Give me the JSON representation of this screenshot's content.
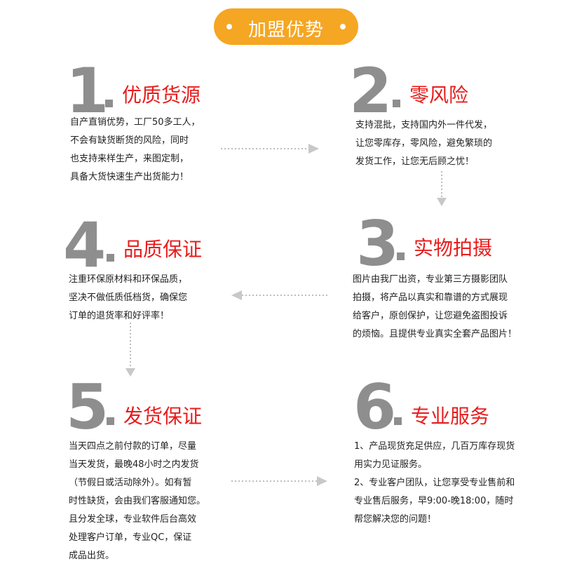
{
  "header": {
    "title": "加盟优势"
  },
  "sections": [
    {
      "number": "1",
      "title": "优质货源",
      "lines": [
        "自产直销优势，工厂50多工人，",
        "不会有缺货断货的风险，同时",
        "也支持来样生产，来图定制，",
        "具备大货快速生产出货能力！"
      ]
    },
    {
      "number": "2",
      "title": "零风险",
      "lines": [
        "支持混批，支持国内外一件代发，",
        "让您零库存，零风险，避免繁琐的",
        "发货工作，让您无后顾之忧！"
      ]
    },
    {
      "number": "3",
      "title": "实物拍摄",
      "lines": [
        "图片由我厂出资，专业第三方摄影团队",
        "拍摄，将产品以真实和靠谱的方式展现",
        "给客户，原创保护，让您避免盗图投诉",
        "的烦恼。且提供专业真实全套产品图片！"
      ]
    },
    {
      "number": "4",
      "title": "品质保证",
      "lines": [
        "注重环保原材料和环保品质，",
        "坚决不做低质低档货，确保您",
        "订单的退货率和好评率！"
      ]
    },
    {
      "number": "5",
      "title": "发货保证",
      "lines": [
        "当天四点之前付款的订单，尽量",
        "当天发货，最晚48小时之内发货",
        "（节假日或活动除外）。如有暂",
        "时性缺货，会由我们客服通知您。",
        "且分发全球，专业软件后台高效",
        "处理客户订单，专业QC，保证",
        "成品出货。"
      ]
    },
    {
      "number": "6",
      "title": "专业服务",
      "lines": [
        "1、产品现货充足供应，几百万库存现货",
        "用实力见证服务。",
        "2、专业客户团队，让您享受专业售前和",
        "专业售后服务，早9:00-晚18:00，随时",
        "帮您解决您的问题！"
      ]
    }
  ]
}
